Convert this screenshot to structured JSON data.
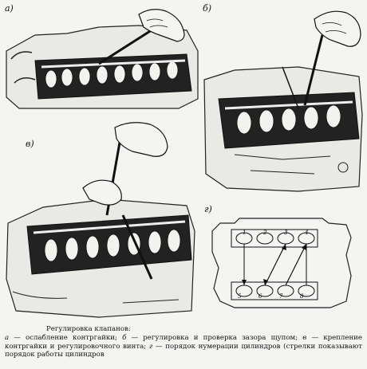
{
  "figure": {
    "panels": {
      "a": {
        "label": "а)"
      },
      "b": {
        "label": "б)"
      },
      "c": {
        "label": "в)"
      },
      "d": {
        "label": "г)",
        "top_numbers": [
          "1",
          "2",
          "3",
          "4"
        ],
        "bottom_numbers": [
          "5",
          "6",
          "7",
          "8"
        ]
      }
    },
    "caption": {
      "title": "Регулировка клапанов:",
      "items": [
        {
          "letter": "а",
          "text": " — ослабление контргайки; "
        },
        {
          "letter": "б",
          "text": " — регулировка и проверка зазора щупом; "
        },
        {
          "letter": "в",
          "text": " — крепление контргайки и регулировочного винта; "
        },
        {
          "letter": "г",
          "text": " — порядок нумерации цилиндров (стрелки показывают порядок работы цилиндров"
        }
      ]
    }
  }
}
